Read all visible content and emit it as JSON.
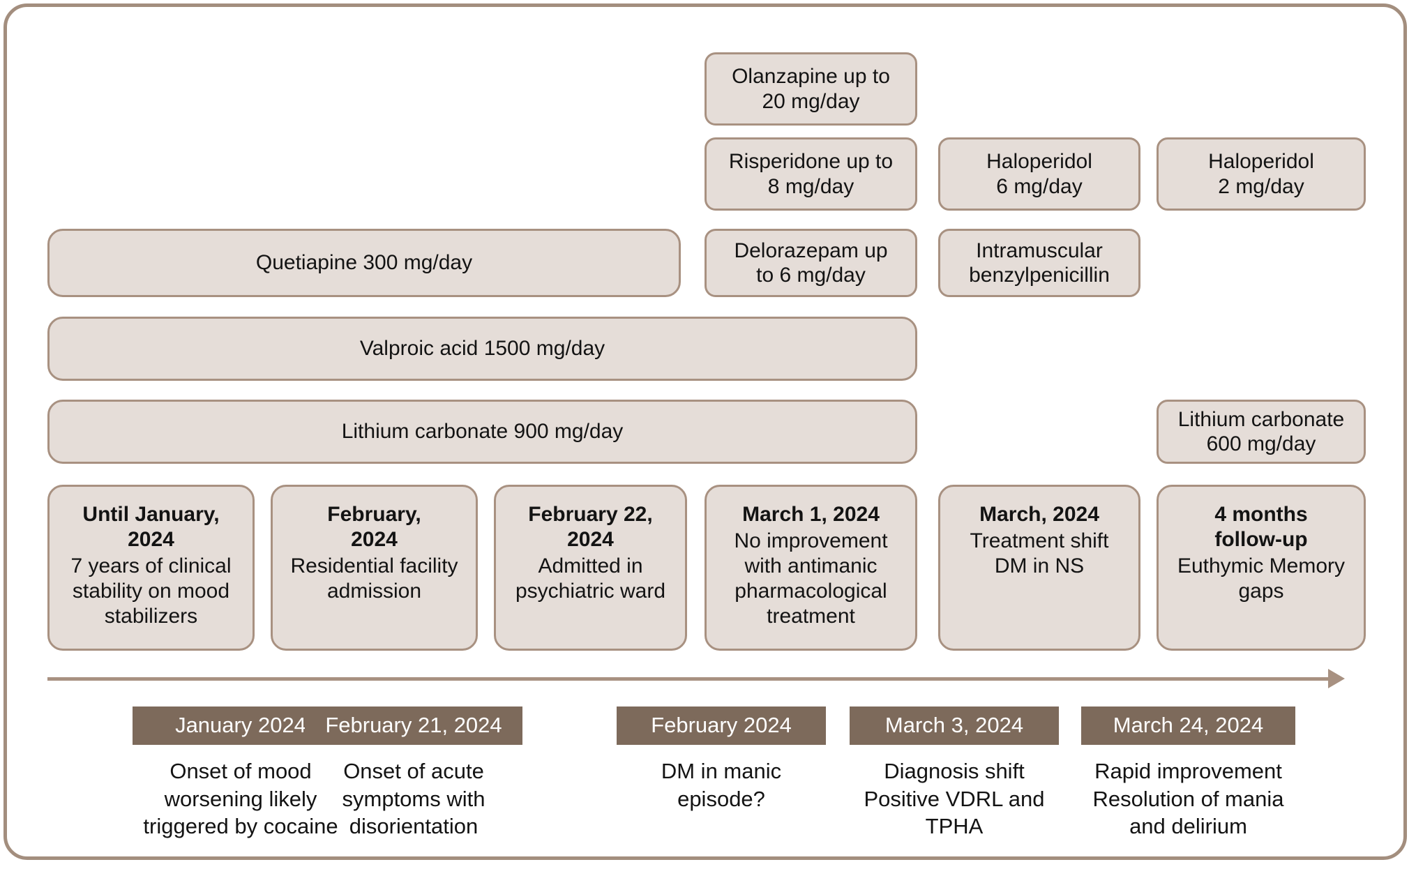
{
  "figure": {
    "type": "clinical-timeline",
    "border_color": "#a38e7e",
    "box_fill": "#e5ddd8",
    "box_border": "#a89181",
    "chip_fill": "#7d6a5b",
    "chip_text": "#ffffff",
    "text_color": "#131313"
  },
  "medications": [
    {
      "id": "olanzapine",
      "name": "Olanzapine up to",
      "dose": "20 mg/day"
    },
    {
      "id": "risperidone",
      "name": "Risperidone up to",
      "dose": "8 mg/day"
    },
    {
      "id": "haloperidol-6",
      "name": "Haloperidol",
      "dose": "6 mg/day"
    },
    {
      "id": "haloperidol-2",
      "name": "Haloperidol",
      "dose": "2 mg/day"
    },
    {
      "id": "quetiapine",
      "name": "Quetiapine 300 mg/day",
      "dose": ""
    },
    {
      "id": "delorazepam",
      "name": "Delorazepam up",
      "dose": "to 6 mg/day"
    },
    {
      "id": "benzylpenicillin",
      "name": "Intramuscular",
      "dose": "benzylpenicillin"
    },
    {
      "id": "valproic-acid",
      "name": "Valproic acid 1500 mg/day",
      "dose": ""
    },
    {
      "id": "lithium-900",
      "name": "Lithium carbonate 900 mg/day",
      "dose": ""
    },
    {
      "id": "lithium-600",
      "name": "Lithium carbonate",
      "dose": "600 mg/day"
    }
  ],
  "events": [
    {
      "date": "Until January,\n2024",
      "desc": "7 years of clinical\nstability on mood\nstabilizers"
    },
    {
      "date": "February,\n2024",
      "desc": "Residential facility\nadmission"
    },
    {
      "date": "February 22,\n2024",
      "desc": "Admitted in\npsychiatric ward"
    },
    {
      "date": "March 1, 2024",
      "desc": "No improvement\nwith antimanic\npharmacological\ntreatment"
    },
    {
      "date": "March, 2024",
      "desc": "Treatment shift\nDM in NS"
    },
    {
      "date": "4 months\nfollow-up",
      "desc": "Euthymic Memory\ngaps"
    }
  ],
  "timeline": [
    {
      "chip": "January 2024",
      "caption": "Onset of mood\nworsening likely\ntriggered by cocaine"
    },
    {
      "chip": "February 21, 2024",
      "caption": "Onset of acute\nsymptoms with\ndisorientation"
    },
    {
      "chip": "February 2024",
      "caption": "DM in manic\nepisode?"
    },
    {
      "chip": "March 3, 2024",
      "caption": "Diagnosis shift\nPositive VDRL and\nTPHA"
    },
    {
      "chip": "March 24, 2024",
      "caption": "Rapid improvement\nResolution of mania\nand delirium"
    }
  ]
}
